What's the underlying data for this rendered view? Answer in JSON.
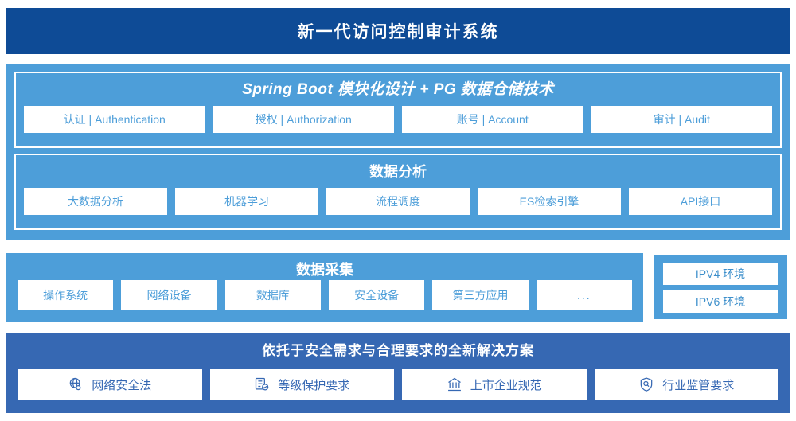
{
  "header": {
    "title": "新一代访问控制审计系统"
  },
  "platform": {
    "spring": {
      "title": "Spring Boot 模块化设计 + PG 数据仓储技术",
      "cards": [
        {
          "label": "认证 | Authentication"
        },
        {
          "label": "授权 | Authorization"
        },
        {
          "label": "账号 | Account"
        },
        {
          "label": "审计 | Audit"
        }
      ]
    },
    "analysis": {
      "title": "数据分析",
      "cards": [
        {
          "label": "大数据分析"
        },
        {
          "label": "机器学习"
        },
        {
          "label": "流程调度"
        },
        {
          "label": "ES检索引擎"
        },
        {
          "label": "API接口"
        }
      ]
    }
  },
  "collection": {
    "title": "数据采集",
    "cards": [
      {
        "label": "操作系统"
      },
      {
        "label": "网络设备"
      },
      {
        "label": "数据库"
      },
      {
        "label": "安全设备"
      },
      {
        "label": "第三方应用"
      },
      {
        "label": "..."
      }
    ]
  },
  "environment": {
    "chips": [
      {
        "label": "IPV4 环境"
      },
      {
        "label": "IPV6 环境"
      }
    ]
  },
  "compliance": {
    "title": "依托于安全需求与合理要求的全新解决方案",
    "cards": [
      {
        "label": "网络安全法",
        "icon": "globe-network-icon"
      },
      {
        "label": "等级保护要求",
        "icon": "document-check-icon"
      },
      {
        "label": "上市企业规范",
        "icon": "bank-building-icon"
      },
      {
        "label": "行业监管要求",
        "icon": "shield-search-icon"
      }
    ]
  },
  "colors": {
    "header_navy": "#0e4b96",
    "panel_blue": "#4d9ed9",
    "bottom_blue": "#3668b3",
    "card_white": "#ffffff",
    "card_text_blue": "#4d9ed9",
    "bottom_card_text": "#3668b3"
  }
}
